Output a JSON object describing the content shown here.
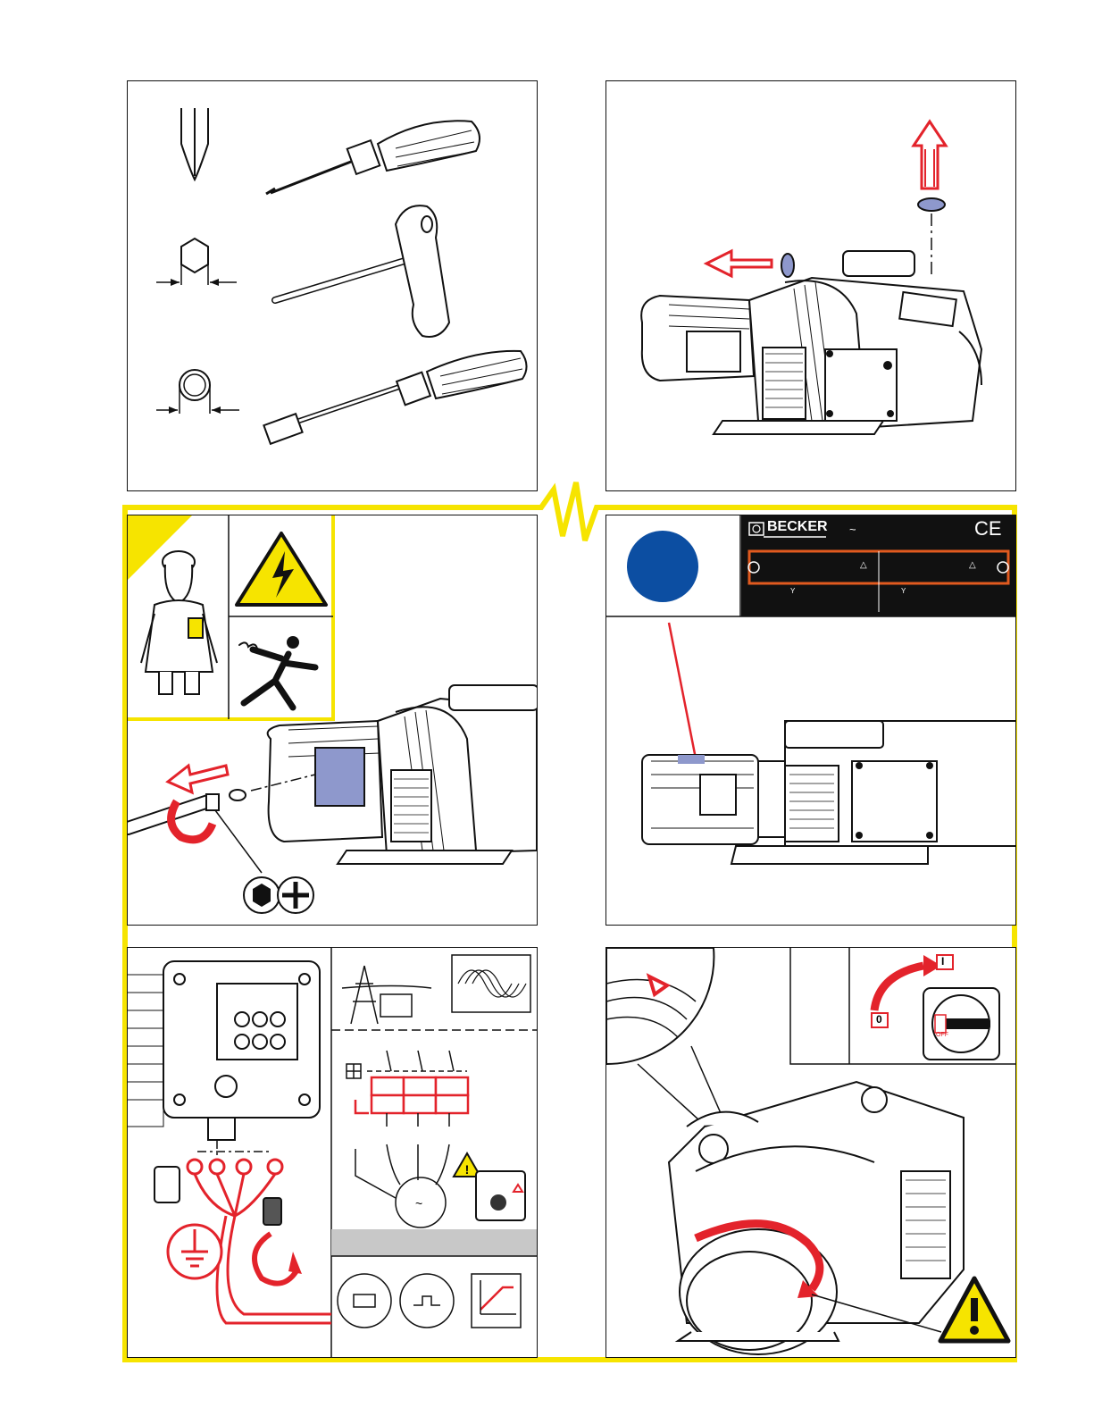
{
  "nameplate": {
    "brand": "BECKER",
    "tilde": "~",
    "ce_mark": "CE",
    "star_symbol": "Y",
    "delta_symbol": "△"
  },
  "switch": {
    "on_label": "I",
    "off_label": "0",
    "dial_label": "OFF"
  },
  "motor_symbol": "~",
  "colors": {
    "accent_red": "#e3232b",
    "warning_yellow": "#f6e400",
    "panel_blue": "#8e98cc",
    "dot_blue": "#0c4ea2",
    "nameplate_black": "#111111"
  },
  "icons": [
    "phillips-screwdriver-icon",
    "hex-key-icon",
    "socket-driver-icon",
    "electrician-figure-icon",
    "high-voltage-warning-icon",
    "electric-shock-icon",
    "power-line-icon",
    "sine-wave-icon",
    "ground-icon",
    "warning-triangle-icon",
    "rotation-arrow-icon"
  ]
}
